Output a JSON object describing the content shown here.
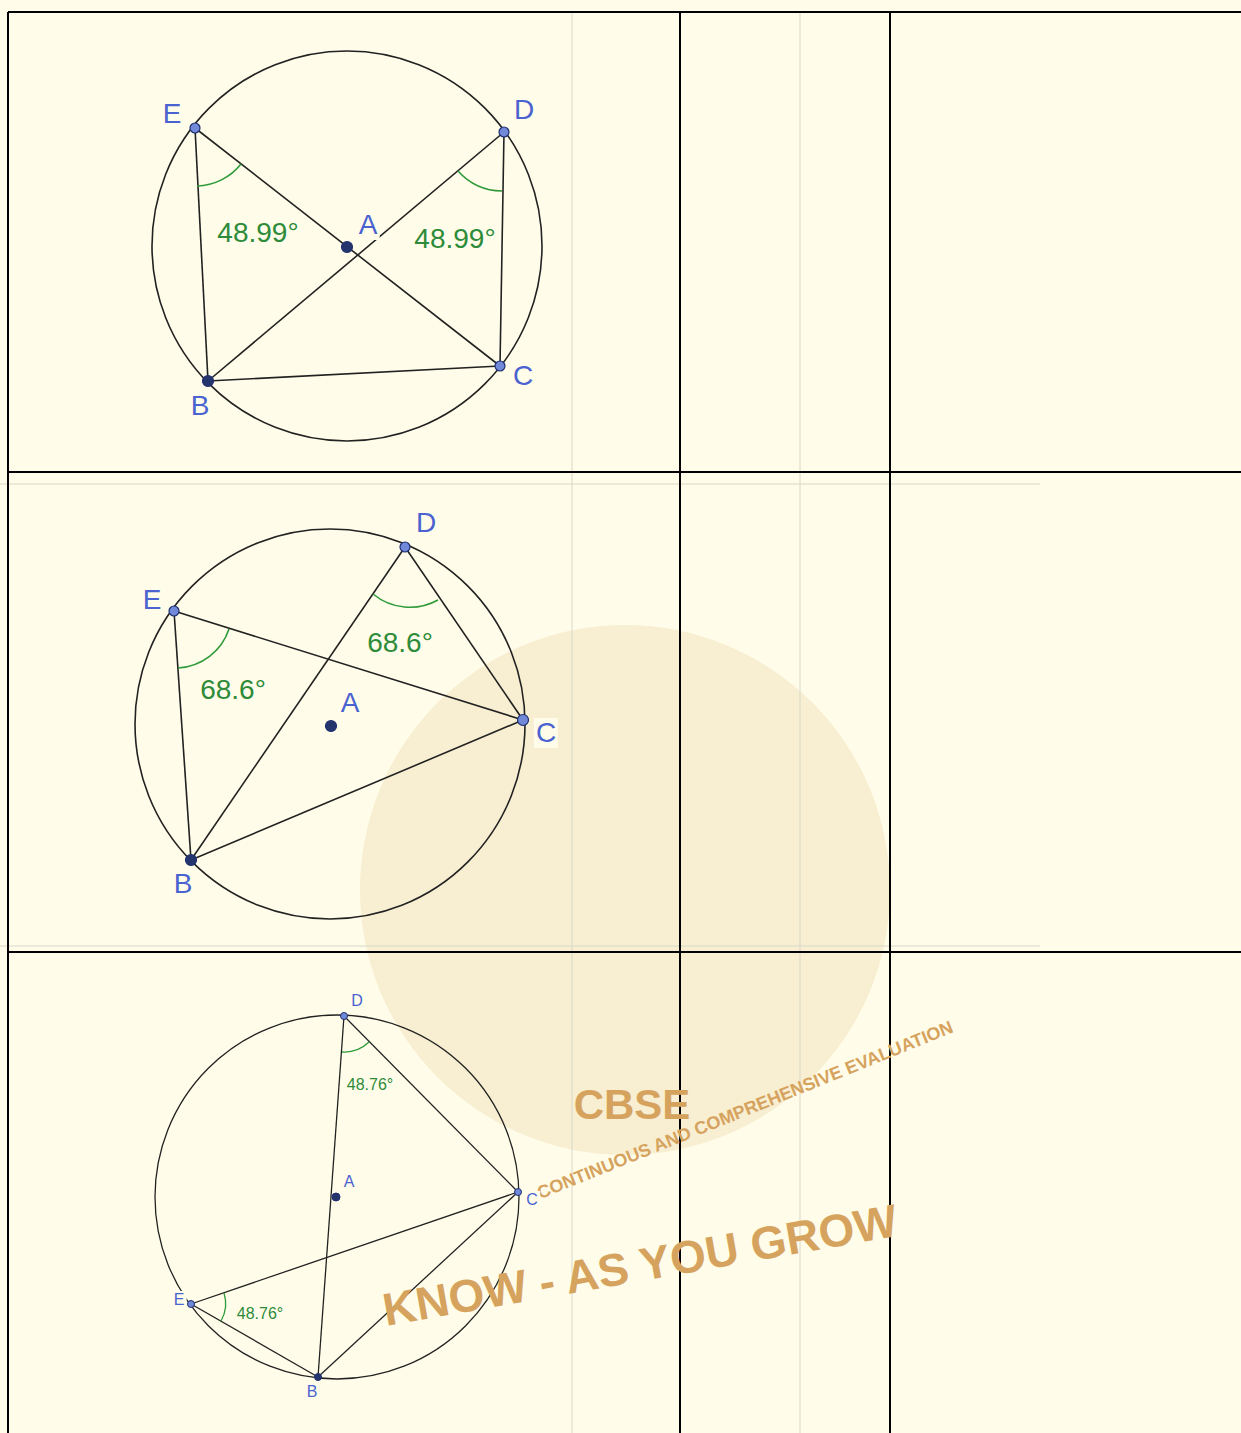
{
  "diagram": {
    "labels": [
      "E",
      "D",
      "48.99°",
      "A",
      "48.99°",
      "B",
      "C",
      "E",
      "D",
      "68.6°",
      "A",
      "68.6°",
      "C",
      "B",
      "D",
      "48.76°",
      "A",
      "C",
      "E",
      "48.76°",
      "B",
      "CBSE",
      "CONTINUOUS AND COMPREHENSIVE EVALUATION",
      "KNOW - AS YOU GROW"
    ]
  }
}
